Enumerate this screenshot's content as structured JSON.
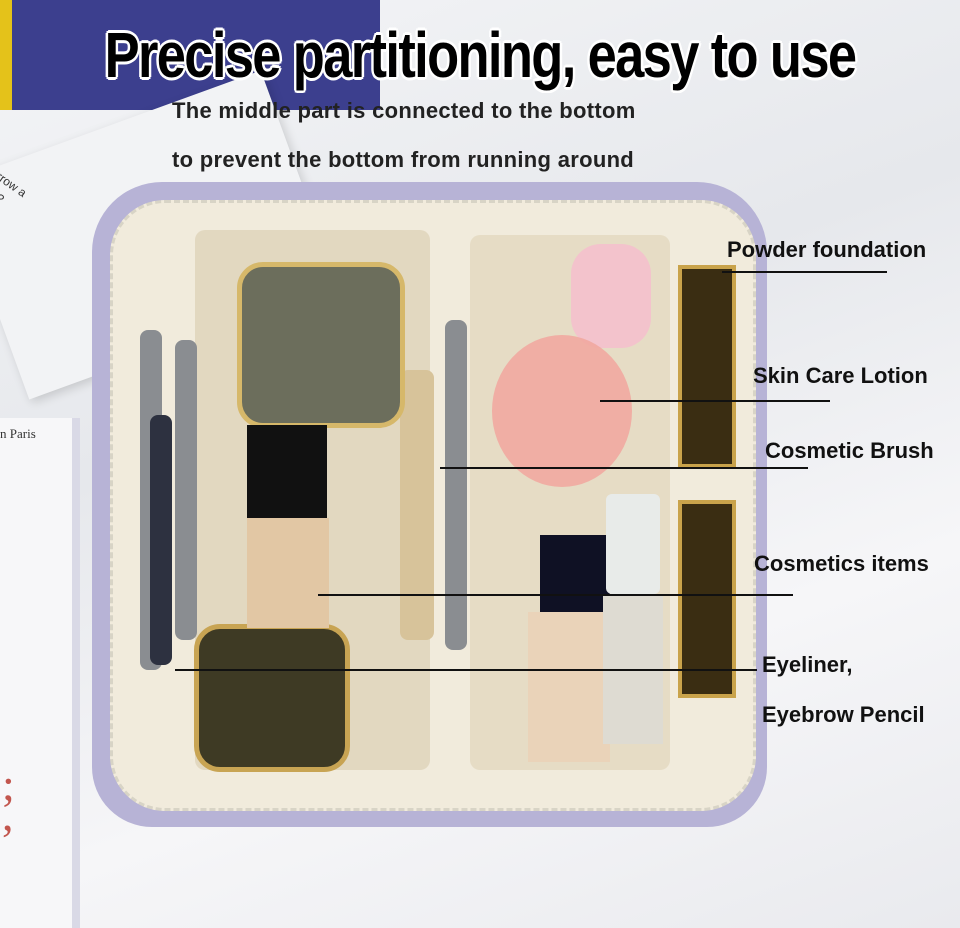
{
  "headline": "Precise partitioning, easy to use",
  "subtitle": {
    "line1": "The middle part is connected to the bottom",
    "line2": "to prevent the bottom from running around"
  },
  "labels": {
    "powder_foundation": "Powder foundation",
    "skin_care_lotion": "Skin Care Lotion",
    "cosmetic_brush": "Cosmetic Brush",
    "cosmetics_items": "Cosmetics items",
    "eyeliner": "Eyeliner,",
    "eyebrow_pencil": "Eyebrow Pencil"
  },
  "background_text": {
    "paper_note": "borrow a\ncase?\n!\nback!!",
    "book_title": "n Paris"
  }
}
